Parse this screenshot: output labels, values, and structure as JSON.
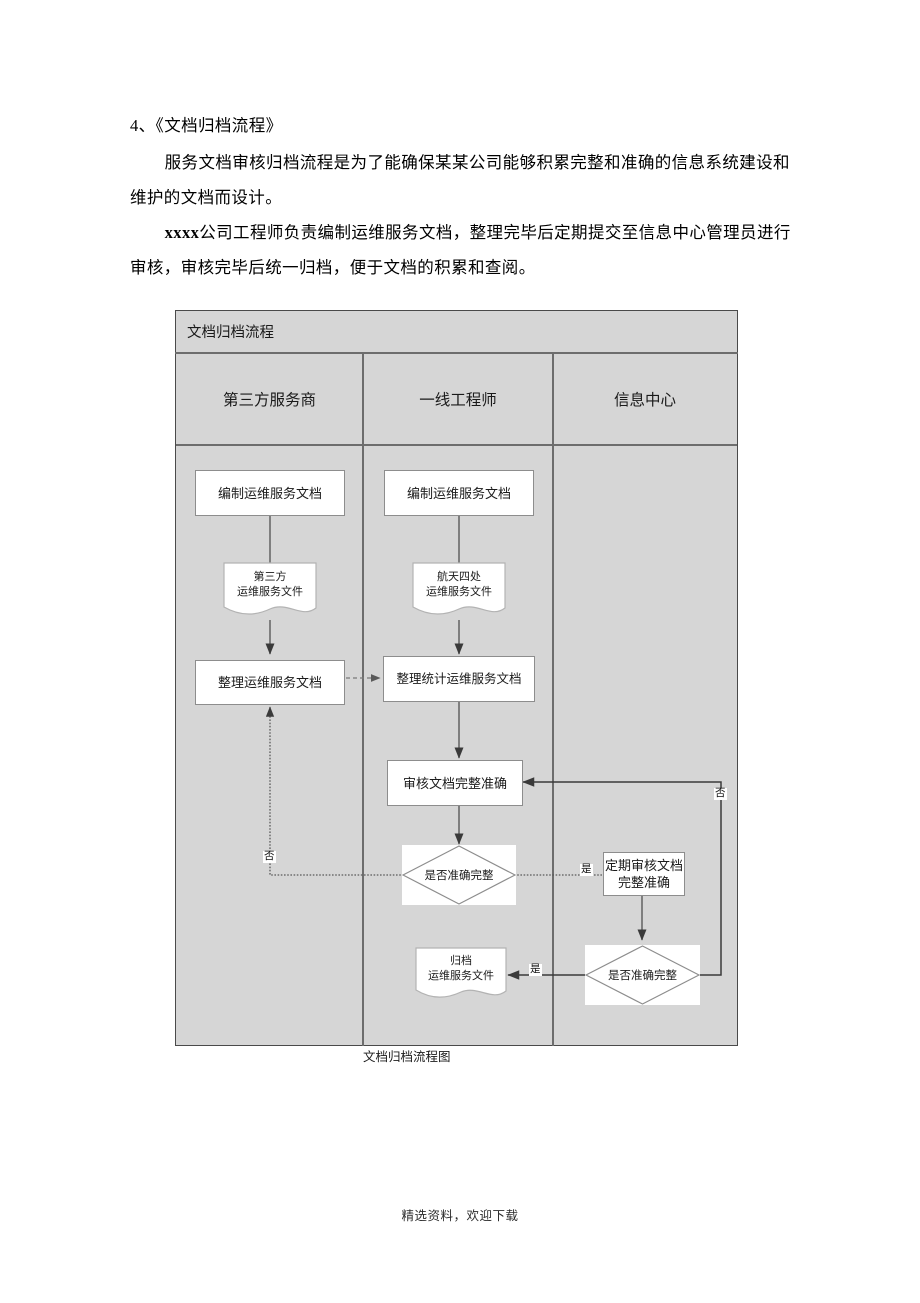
{
  "document": {
    "heading": "4、《文档归档流程》",
    "paragraphs": [
      "服务文档审核归档流程是为了能确保某某公司能够积累完整和准确的信息系统建设和维护的文档而设计。",
      "xxxx公司工程师负责编制运维服务文档，整理完毕后定期提交至信息中心管理员进行审核，审核完毕后统一归档，便于文档的积累和查阅。"
    ],
    "paragraph2_bold_prefix": "xxxx",
    "paragraph2_rest": "公司工程师负责编制运维服务文档，整理完毕后定期提交至信息中心管理员进行审核，审核完毕后统一归档，便于文档的积累和查阅。",
    "figure_caption": "文档归档流程图",
    "footer": "精选资料，欢迎下载"
  },
  "flowchart": {
    "title": "文档归档流程",
    "lanes": [
      {
        "label": "第三方服务商"
      },
      {
        "label": "一线工程师"
      },
      {
        "label": "信息中心"
      }
    ],
    "nodes": [
      {
        "id": "n1",
        "type": "process",
        "label": "编制运维服务文档",
        "lane": "第三方服务商"
      },
      {
        "id": "n2",
        "type": "document",
        "line1": "第三方",
        "line2": "运维服务文件",
        "lane": "第三方服务商"
      },
      {
        "id": "n3",
        "type": "process",
        "label": "整理运维服务文档",
        "lane": "第三方服务商"
      },
      {
        "id": "n4",
        "type": "process",
        "label": "编制运维服务文档",
        "lane": "一线工程师"
      },
      {
        "id": "n5",
        "type": "document",
        "line1": "航天四处",
        "line2": "运维服务文件",
        "lane": "一线工程师"
      },
      {
        "id": "n6",
        "type": "process",
        "label": "整理统计运维服务文档",
        "lane": "一线工程师"
      },
      {
        "id": "n7",
        "type": "process",
        "label": "审核文档完整准确",
        "lane": "一线工程师"
      },
      {
        "id": "n8",
        "type": "decision",
        "label": "是否准确完整",
        "lane": "一线工程师"
      },
      {
        "id": "n9",
        "type": "document",
        "line1": "归档",
        "line2": "运维服务文件",
        "lane": "一线工程师"
      },
      {
        "id": "n10",
        "type": "process",
        "line1": "定期审核文档",
        "line2": "完整准确",
        "lane": "信息中心"
      },
      {
        "id": "n11",
        "type": "decision",
        "label": "是否准确完整",
        "lane": "信息中心"
      }
    ],
    "edge_labels": {
      "no_left": "否",
      "yes_right": "是",
      "no_right": "否",
      "yes_bottom": "是"
    },
    "colors": {
      "lane_background": "#d6d6d6",
      "lane_border": "#6d6d6d",
      "node_fill": "#ffffff",
      "node_border": "#8d8d8d",
      "connector": "#4a4a4a"
    }
  }
}
